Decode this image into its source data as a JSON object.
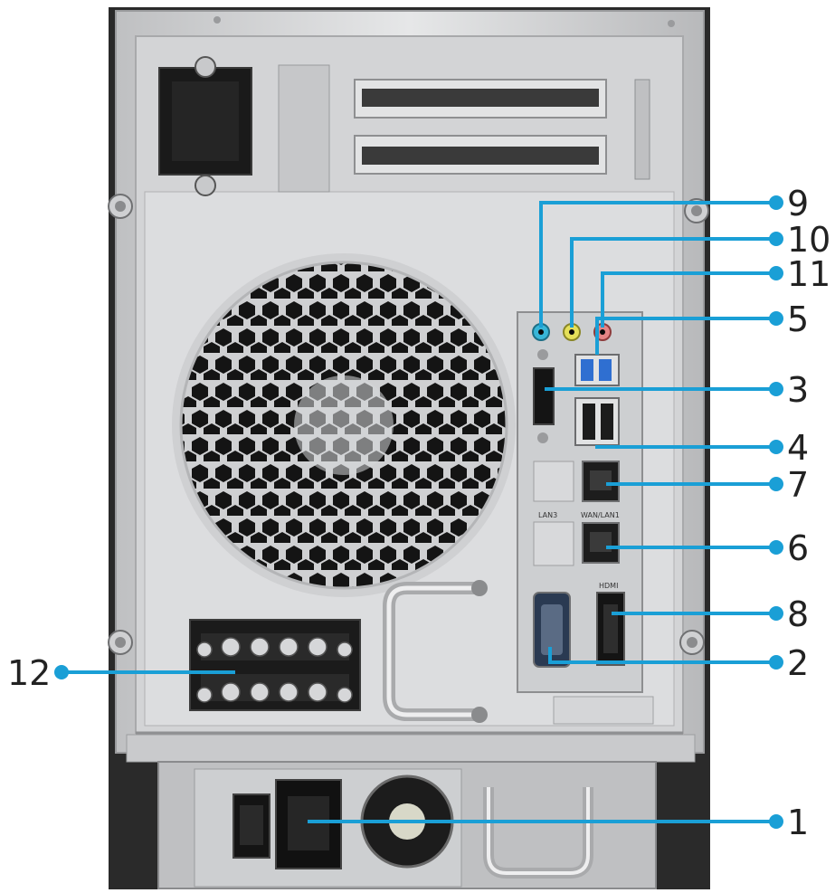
{
  "colors": {
    "callout": "#1a9fd6",
    "chassis": "#d8d9da",
    "panel": "#c9cbcd",
    "dark": "#151515"
  },
  "port_labels": {
    "lan3": "LAN3",
    "wan_lan1": "WAN/LAN1",
    "hdmi": "HDMI"
  },
  "callouts": {
    "c1": "1",
    "c2": "2",
    "c3": "3",
    "c4": "4",
    "c5": "5",
    "c6": "6",
    "c7": "7",
    "c8": "8",
    "c9": "9",
    "c10": "10",
    "c11": "11",
    "c12": "12"
  }
}
